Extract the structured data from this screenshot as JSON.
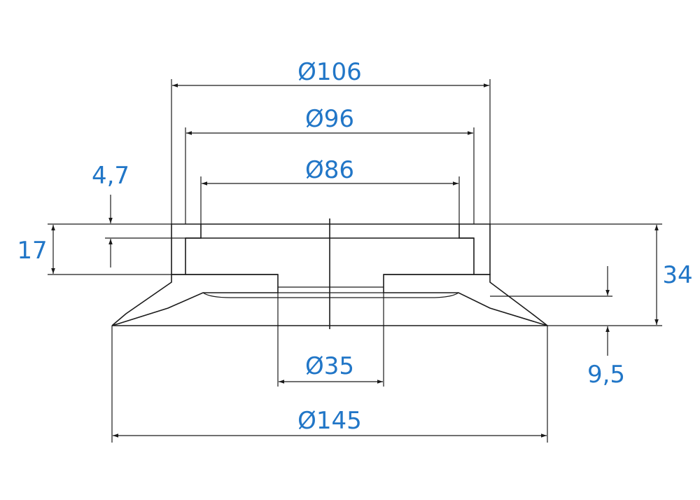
{
  "drawing": {
    "labels": {
      "d106": "Ø106",
      "d96": "Ø96",
      "d86": "Ø86",
      "d35": "Ø35",
      "d145": "Ø145",
      "h17": "17",
      "h4_7": "4,7",
      "h34": "34",
      "h9_5": "9,5"
    },
    "colors": {
      "dimension_text": "#2176c7",
      "line": "#1a1a1a",
      "hatch": "#1a1a1a"
    }
  }
}
